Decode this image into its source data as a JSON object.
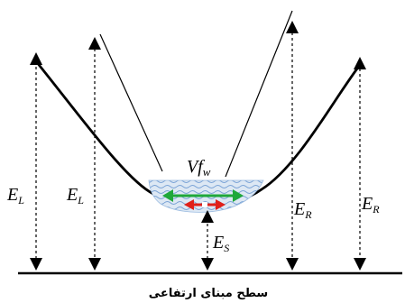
{
  "labels": {
    "volume": {
      "main": "Vf",
      "sub": "w"
    },
    "e_left_outer": {
      "main": "E",
      "sub": "L"
    },
    "e_left_inner": {
      "main": "E",
      "sub": "L"
    },
    "e_right_inner": {
      "main": "E",
      "sub": "R"
    },
    "e_right_outer": {
      "main": "E",
      "sub": "R"
    },
    "e_spill": {
      "main": "E",
      "sub": "S"
    }
  },
  "caption": "سطح مبنای ارتفاعی",
  "colors": {
    "curve": "#000000",
    "water": "#dde8f4",
    "wave": "#7aa3d6",
    "green_arrow": "#1fa83a",
    "red_arrow": "#e0201a",
    "ground": "#000000"
  }
}
